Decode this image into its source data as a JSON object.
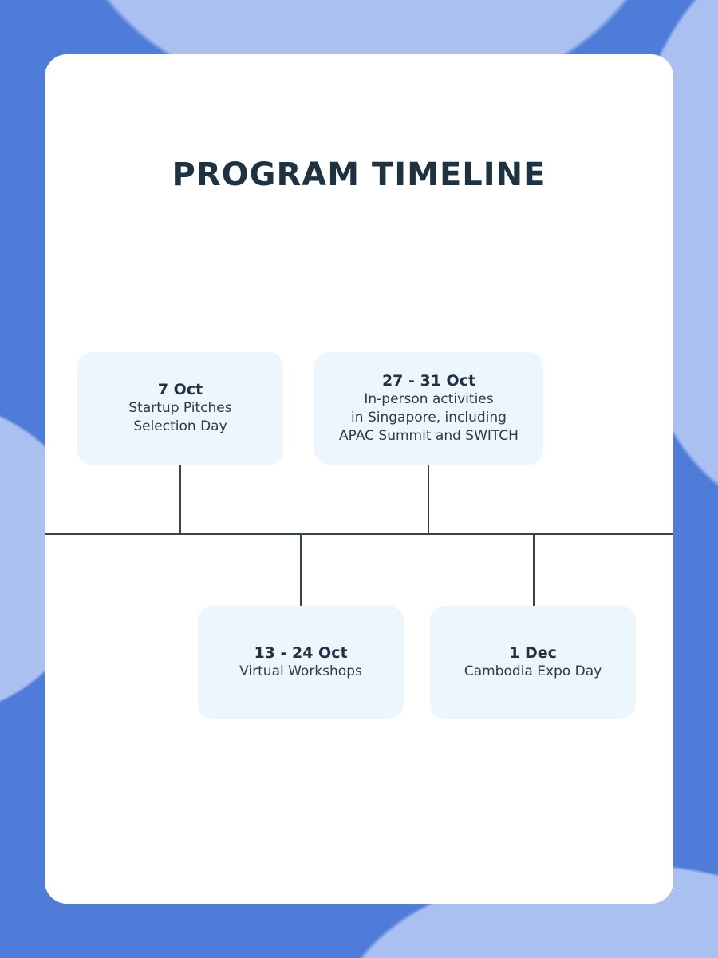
{
  "title": "PROGRAM TIMELINE",
  "events": [
    {
      "date": "7 Oct",
      "lines": [
        "Startup Pitches",
        "Selection Day"
      ]
    },
    {
      "date": "13 - 24 Oct",
      "lines": [
        "Virtual Workshops"
      ]
    },
    {
      "date": "27 - 31 Oct",
      "lines": [
        "In-person activities",
        "in Singapore, including",
        "APAC Summit and SWITCH"
      ]
    },
    {
      "date": "1 Dec",
      "lines": [
        "Cambodia Expo Day"
      ]
    }
  ],
  "colors": {
    "background": "#4f7bd9",
    "box": "#eef6fd",
    "text": "#1f3242"
  }
}
